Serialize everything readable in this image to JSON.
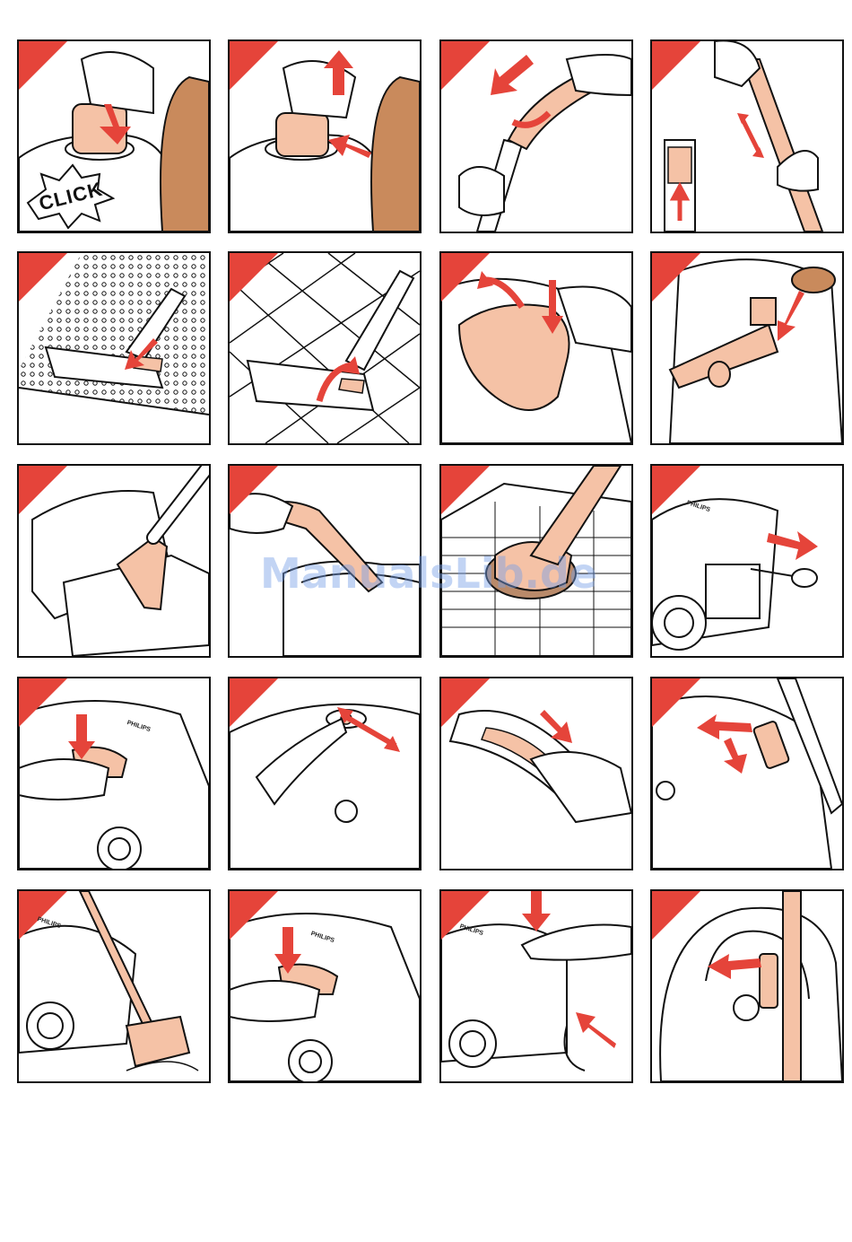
{
  "panels": {
    "p1": {
      "overlay": "CLICK"
    },
    "p12": {
      "brand": "PHILIPS"
    },
    "p13": {
      "brand": "PHILIPS"
    },
    "p17": {
      "brand": "PHILIPS"
    },
    "p18": {
      "brand": "PHILIPS"
    },
    "p19": {
      "brand": "PHILIPS"
    }
  },
  "watermark": "ManualsLib.de",
  "colors": {
    "accent": "#e5443a",
    "highlight": "#f5c2a6",
    "line": "#111111"
  }
}
